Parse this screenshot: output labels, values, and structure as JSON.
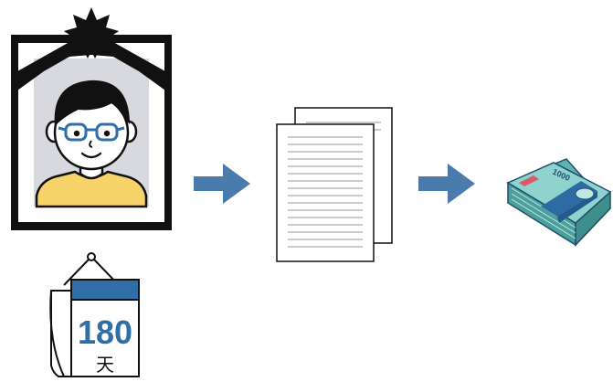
{
  "calendar": {
    "number": "180",
    "unit": "天"
  },
  "money": {
    "denomination": "1000"
  },
  "colors": {
    "arrow": "#4a7bac",
    "frame": "#111111",
    "photo_bg": "#d7d9df",
    "shirt": "#f6d46a",
    "calendar_blue": "#2f6ea7",
    "bill_green": "#8fd3cf",
    "bill_blue": "#2e6aa3"
  },
  "icons": [
    "memorial-portrait-icon",
    "calendar-icon",
    "arrow-right-icon",
    "documents-icon",
    "money-bundle-icon"
  ]
}
